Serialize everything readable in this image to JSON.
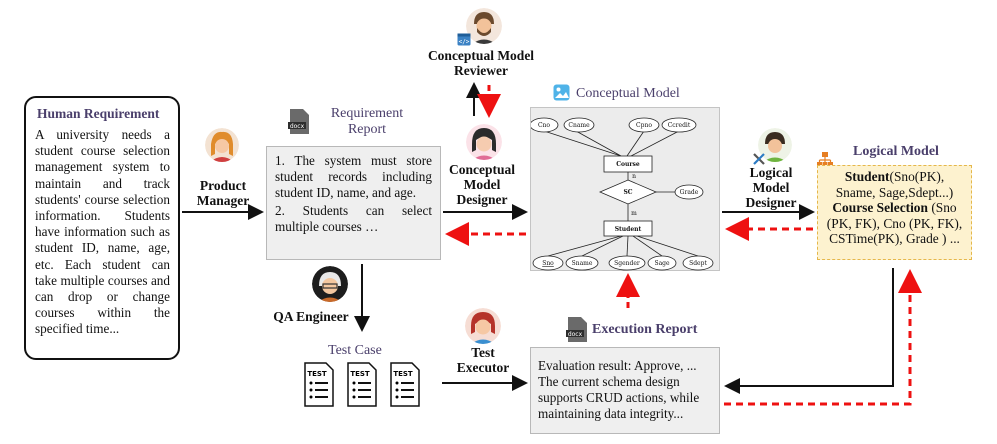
{
  "human": {
    "title": "Human Requirement",
    "text": "A university needs a student course selection management system to maintain and track students' course selection information. Students have information such as student ID, name, age, etc. Each student can take multiple courses and can drop or change courses within the specified time..."
  },
  "roles": {
    "product_manager": "Product Manager",
    "conceptual_reviewer": "Conceptual Model Reviewer",
    "conceptual_designer": "Conceptual Model Designer",
    "logical_designer": "Logical Model Designer",
    "qa_engineer": "QA Engineer",
    "test_executor": "Test Executor"
  },
  "requirement_report": {
    "title": "Requirement Report",
    "item1": "1. The system must store student records including student ID, name, and age.",
    "item2": "2. Students can select multiple courses …"
  },
  "conceptual_model": {
    "title": "Conceptual Model",
    "attributes_top": [
      "Cno",
      "Cname",
      "Cpno",
      "Ccredit"
    ],
    "course": "Course",
    "relation": "SC",
    "grade": "Grade",
    "card_n": "n",
    "card_m": "m",
    "student": "Student",
    "attributes_bottom": [
      "Sno",
      "Sname",
      "Sgender",
      "Sage",
      "Sdept"
    ]
  },
  "logical_model": {
    "title": "Logical Model",
    "student_label": "Student",
    "student_fields": "(Sno(PK), Sname, Sage,Sdept...)",
    "course_label": "Course Selection",
    "course_fields": " (Sno (PK, FK), Cno (PK, FK), CSTime(PK), Grade ) ..."
  },
  "test_case": {
    "title": "Test Case",
    "doc_label": "TEST"
  },
  "execution_report": {
    "title": "Execution Report",
    "text": "Evaluation result: Approve, ... The current schema design supports CRUD actions, while maintaining data integrity...",
    "doc_label": "docx"
  }
}
